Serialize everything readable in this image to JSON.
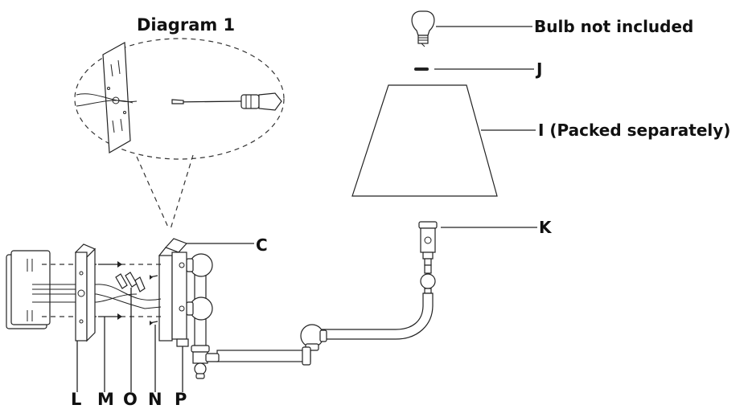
{
  "diagram": {
    "title": "Diagram 1",
    "labels": {
      "bulb": "Bulb not included",
      "j": "J",
      "i": "I (Packed separately)",
      "k": "K",
      "c": "C",
      "l": "L",
      "m": "M",
      "o": "O",
      "n": "N",
      "p": "P"
    }
  }
}
